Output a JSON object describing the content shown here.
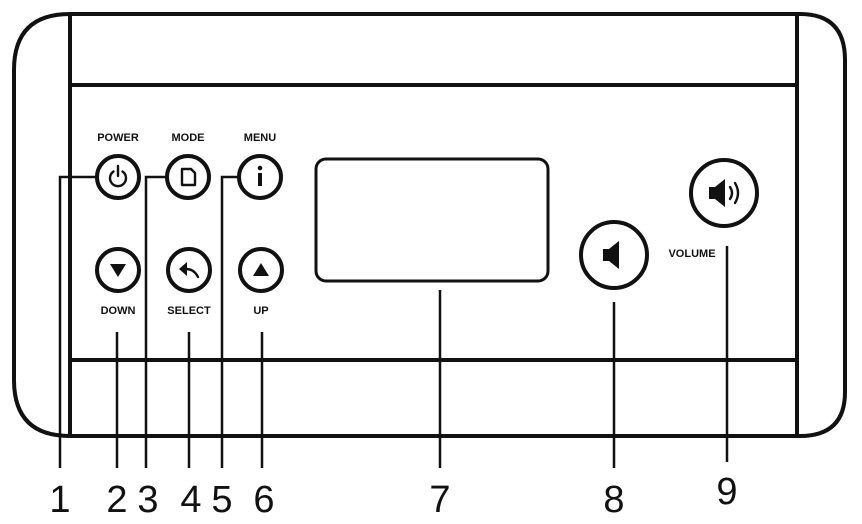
{
  "buttons": {
    "power": {
      "label": "POWER",
      "icon": "power-icon"
    },
    "mode": {
      "label": "MODE",
      "icon": "mode-document-icon"
    },
    "menu": {
      "label": "MENU",
      "icon": "info-icon"
    },
    "down": {
      "label": "DOWN",
      "icon": "triangle-down-icon"
    },
    "select": {
      "label": "SELECT",
      "icon": "back-arrow-icon"
    },
    "up": {
      "label": "UP",
      "icon": "triangle-up-icon"
    },
    "volume_down": {
      "icon": "speaker-icon"
    },
    "volume_up": {
      "label": "VOLUME",
      "icon": "speaker-loud-icon"
    }
  },
  "callouts": [
    "1",
    "2",
    "3",
    "4",
    "5",
    "6",
    "7",
    "8",
    "9"
  ],
  "colors": {
    "ink": "#111111",
    "background": "#ffffff"
  }
}
